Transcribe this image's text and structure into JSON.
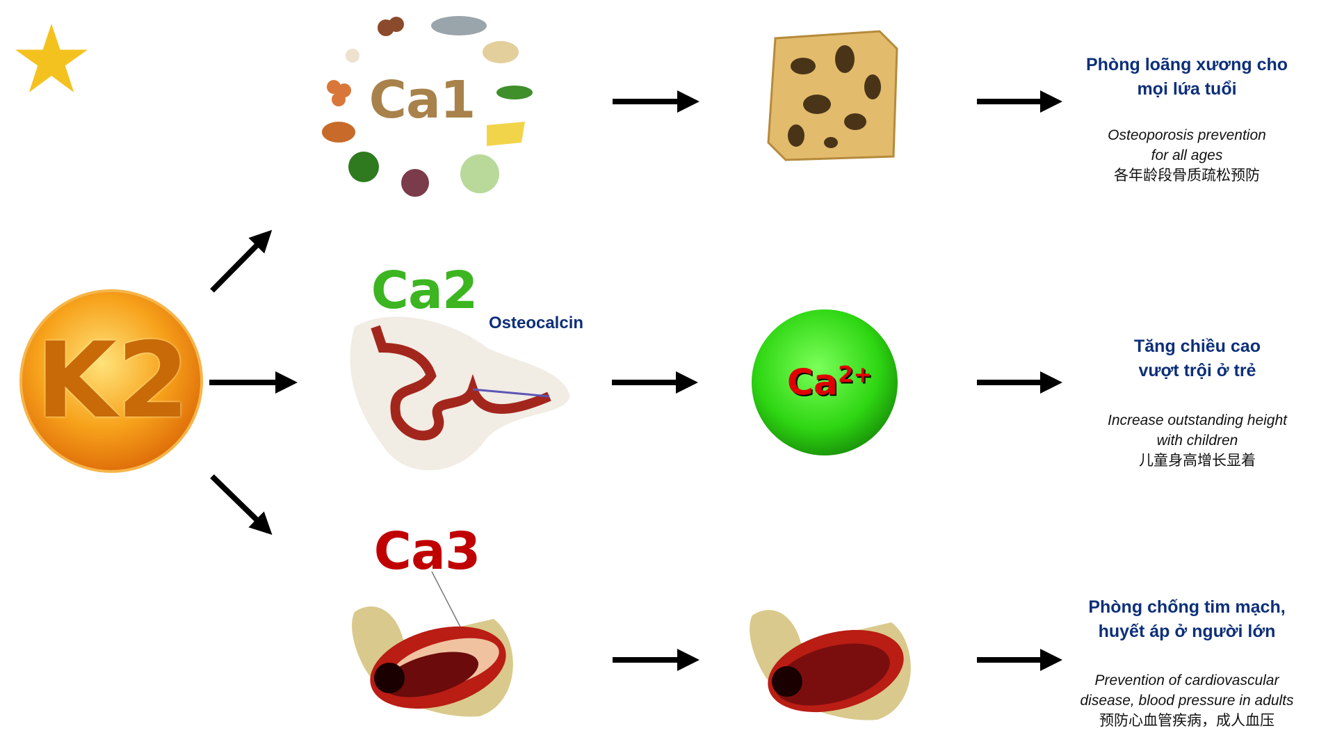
{
  "k2": {
    "label": "K2",
    "color": "#f39c12"
  },
  "branches": [
    {
      "label": "Ca1",
      "color": "#a8824a",
      "benefit": {
        "title_lines": [
          "Phòng loãng xương cho",
          "mọi lứa tuổi"
        ],
        "english_lines": [
          "Osteoporosis prevention",
          "for all ages"
        ],
        "chinese": "各年龄段骨质疏松预防"
      }
    },
    {
      "label": "Ca2",
      "color": "#3cb521",
      "protein_label": "Osteocalcin",
      "ion_label": "Ca",
      "ion_charge": "2+",
      "benefit": {
        "title_lines": [
          "Tăng chiều cao",
          "vượt trội ở trẻ"
        ],
        "english_lines": [
          "Increase outstanding height",
          "with children"
        ],
        "chinese": "儿童身高增长显着"
      }
    },
    {
      "label": "Ca3",
      "color": "#c00000",
      "benefit": {
        "title_lines": [
          "Phòng chống tim mạch,",
          "huyết áp ở người lớn"
        ],
        "english_lines": [
          "Prevention of cardiovascular",
          "disease, blood pressure in adults"
        ],
        "chinese": "预防心血管疾病，成人血压"
      }
    }
  ]
}
